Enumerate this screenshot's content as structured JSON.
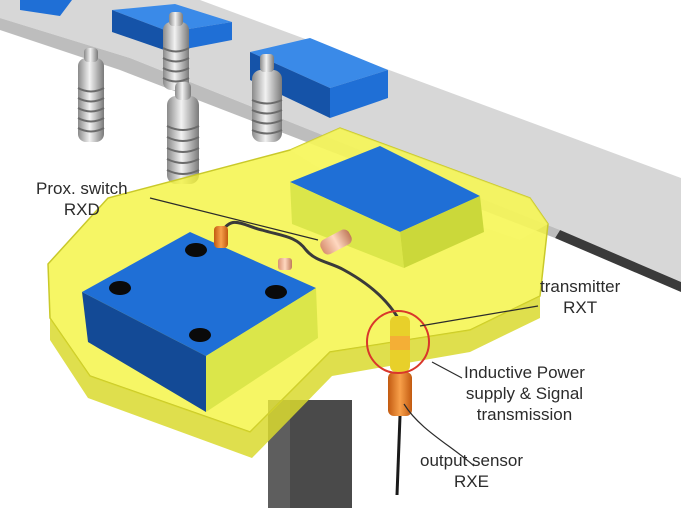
{
  "labels": {
    "prox_switch": {
      "line1": "Prox. switch",
      "line2": "RXD"
    },
    "transmitter": {
      "line1": "transmitter",
      "line2": "RXT"
    },
    "inductive": {
      "line1": "Inductive Power",
      "line2": "supply & Signal",
      "line3": "transmission"
    },
    "output_sensor": {
      "line1": "output sensor",
      "line2": "RXE"
    }
  },
  "colors": {
    "plate_yellow": "#f2f23a",
    "block_blue": "#1f6fd6",
    "conveyor_gray": "#d9d9d9",
    "coupler_orange": "#f08a24",
    "highlight_red": "#d9372b"
  },
  "icons": [
    "screw-sensor-icon",
    "cable-icon"
  ]
}
